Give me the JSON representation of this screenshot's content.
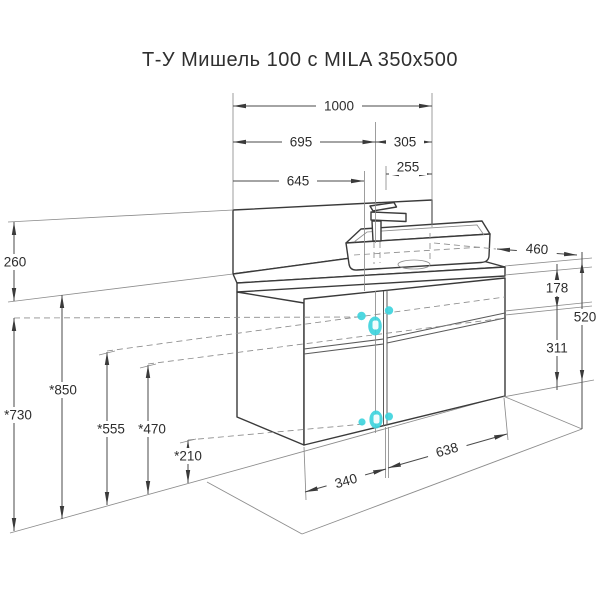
{
  "title": "Т-У Мишель 100 с MILA 350x500",
  "colors": {
    "accent_cyan": "#3fd4dd",
    "line": "#3a3a3a"
  },
  "dims": {
    "total_width": "1000",
    "left_to_center": "695",
    "center_to_right": "305",
    "left_to_sink_edge": "645",
    "faucet_to_right": "255",
    "backsplash_height": "260",
    "countertop_height": "*850",
    "upper_drain_height": "*730",
    "drain_height_a": "*555",
    "drain_height_b": "*470",
    "lower_drain_height": "*210",
    "depth": "460",
    "top_drawer_height": "178",
    "cabinet_height": "520",
    "bottom_drawer_height": "311",
    "left_section_width": "340",
    "right_section_width": "638"
  }
}
